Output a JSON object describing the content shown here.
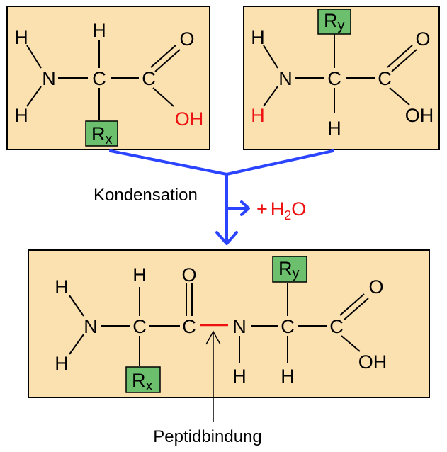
{
  "colors": {
    "box_fill": "#fbe0b0",
    "r_group_fill": "#6cbf6c",
    "arrow_blue": "#2b44ff",
    "highlight_red": "#ee1111"
  },
  "atoms": {
    "H": "H",
    "N": "N",
    "C": "C",
    "O": "O",
    "OH": "OH"
  },
  "r_groups": {
    "x_base": "R",
    "x_sub": "x",
    "y_base": "R",
    "y_sub": "y"
  },
  "reaction": {
    "condensation_label": "Kondensation",
    "water_plus": "+",
    "water_h": "H",
    "water_sub": "2",
    "water_o": "O"
  },
  "peptide_bond_label": "Peptidbindung"
}
